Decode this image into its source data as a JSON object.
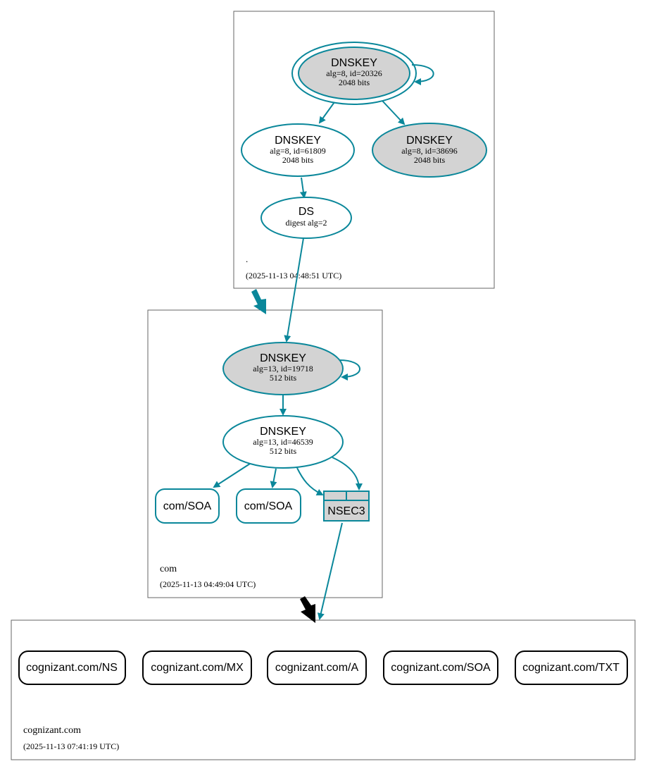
{
  "colors": {
    "edge": "#0a879a",
    "fill_gray": "#d3d3d3",
    "zone_border": "#666666",
    "black": "#000000"
  },
  "zones": {
    "root": {
      "name": ".",
      "timestamp": "(2025-11-13 04:48:51 UTC)"
    },
    "com": {
      "name": "com",
      "timestamp": "(2025-11-13 04:49:04 UTC)"
    },
    "cognizant": {
      "name": "cognizant.com",
      "timestamp": "(2025-11-13 07:41:19 UTC)"
    }
  },
  "nodes": {
    "root_ksk": {
      "title": "DNSKEY",
      "line1": "alg=8, id=20326",
      "line2": "2048 bits"
    },
    "root_zsk1": {
      "title": "DNSKEY",
      "line1": "alg=8, id=61809",
      "line2": "2048 bits"
    },
    "root_zsk2": {
      "title": "DNSKEY",
      "line1": "alg=8, id=38696",
      "line2": "2048 bits"
    },
    "ds": {
      "title": "DS",
      "line1": "digest alg=2"
    },
    "com_ksk": {
      "title": "DNSKEY",
      "line1": "alg=13, id=19718",
      "line2": "512 bits"
    },
    "com_zsk": {
      "title": "DNSKEY",
      "line1": "alg=13, id=46539",
      "line2": "512 bits"
    },
    "com_soa1": {
      "label": "com/SOA"
    },
    "com_soa2": {
      "label": "com/SOA"
    },
    "nsec3": {
      "label": "NSEC3"
    }
  },
  "records": [
    "cognizant.com/NS",
    "cognizant.com/MX",
    "cognizant.com/A",
    "cognizant.com/SOA",
    "cognizant.com/TXT"
  ]
}
